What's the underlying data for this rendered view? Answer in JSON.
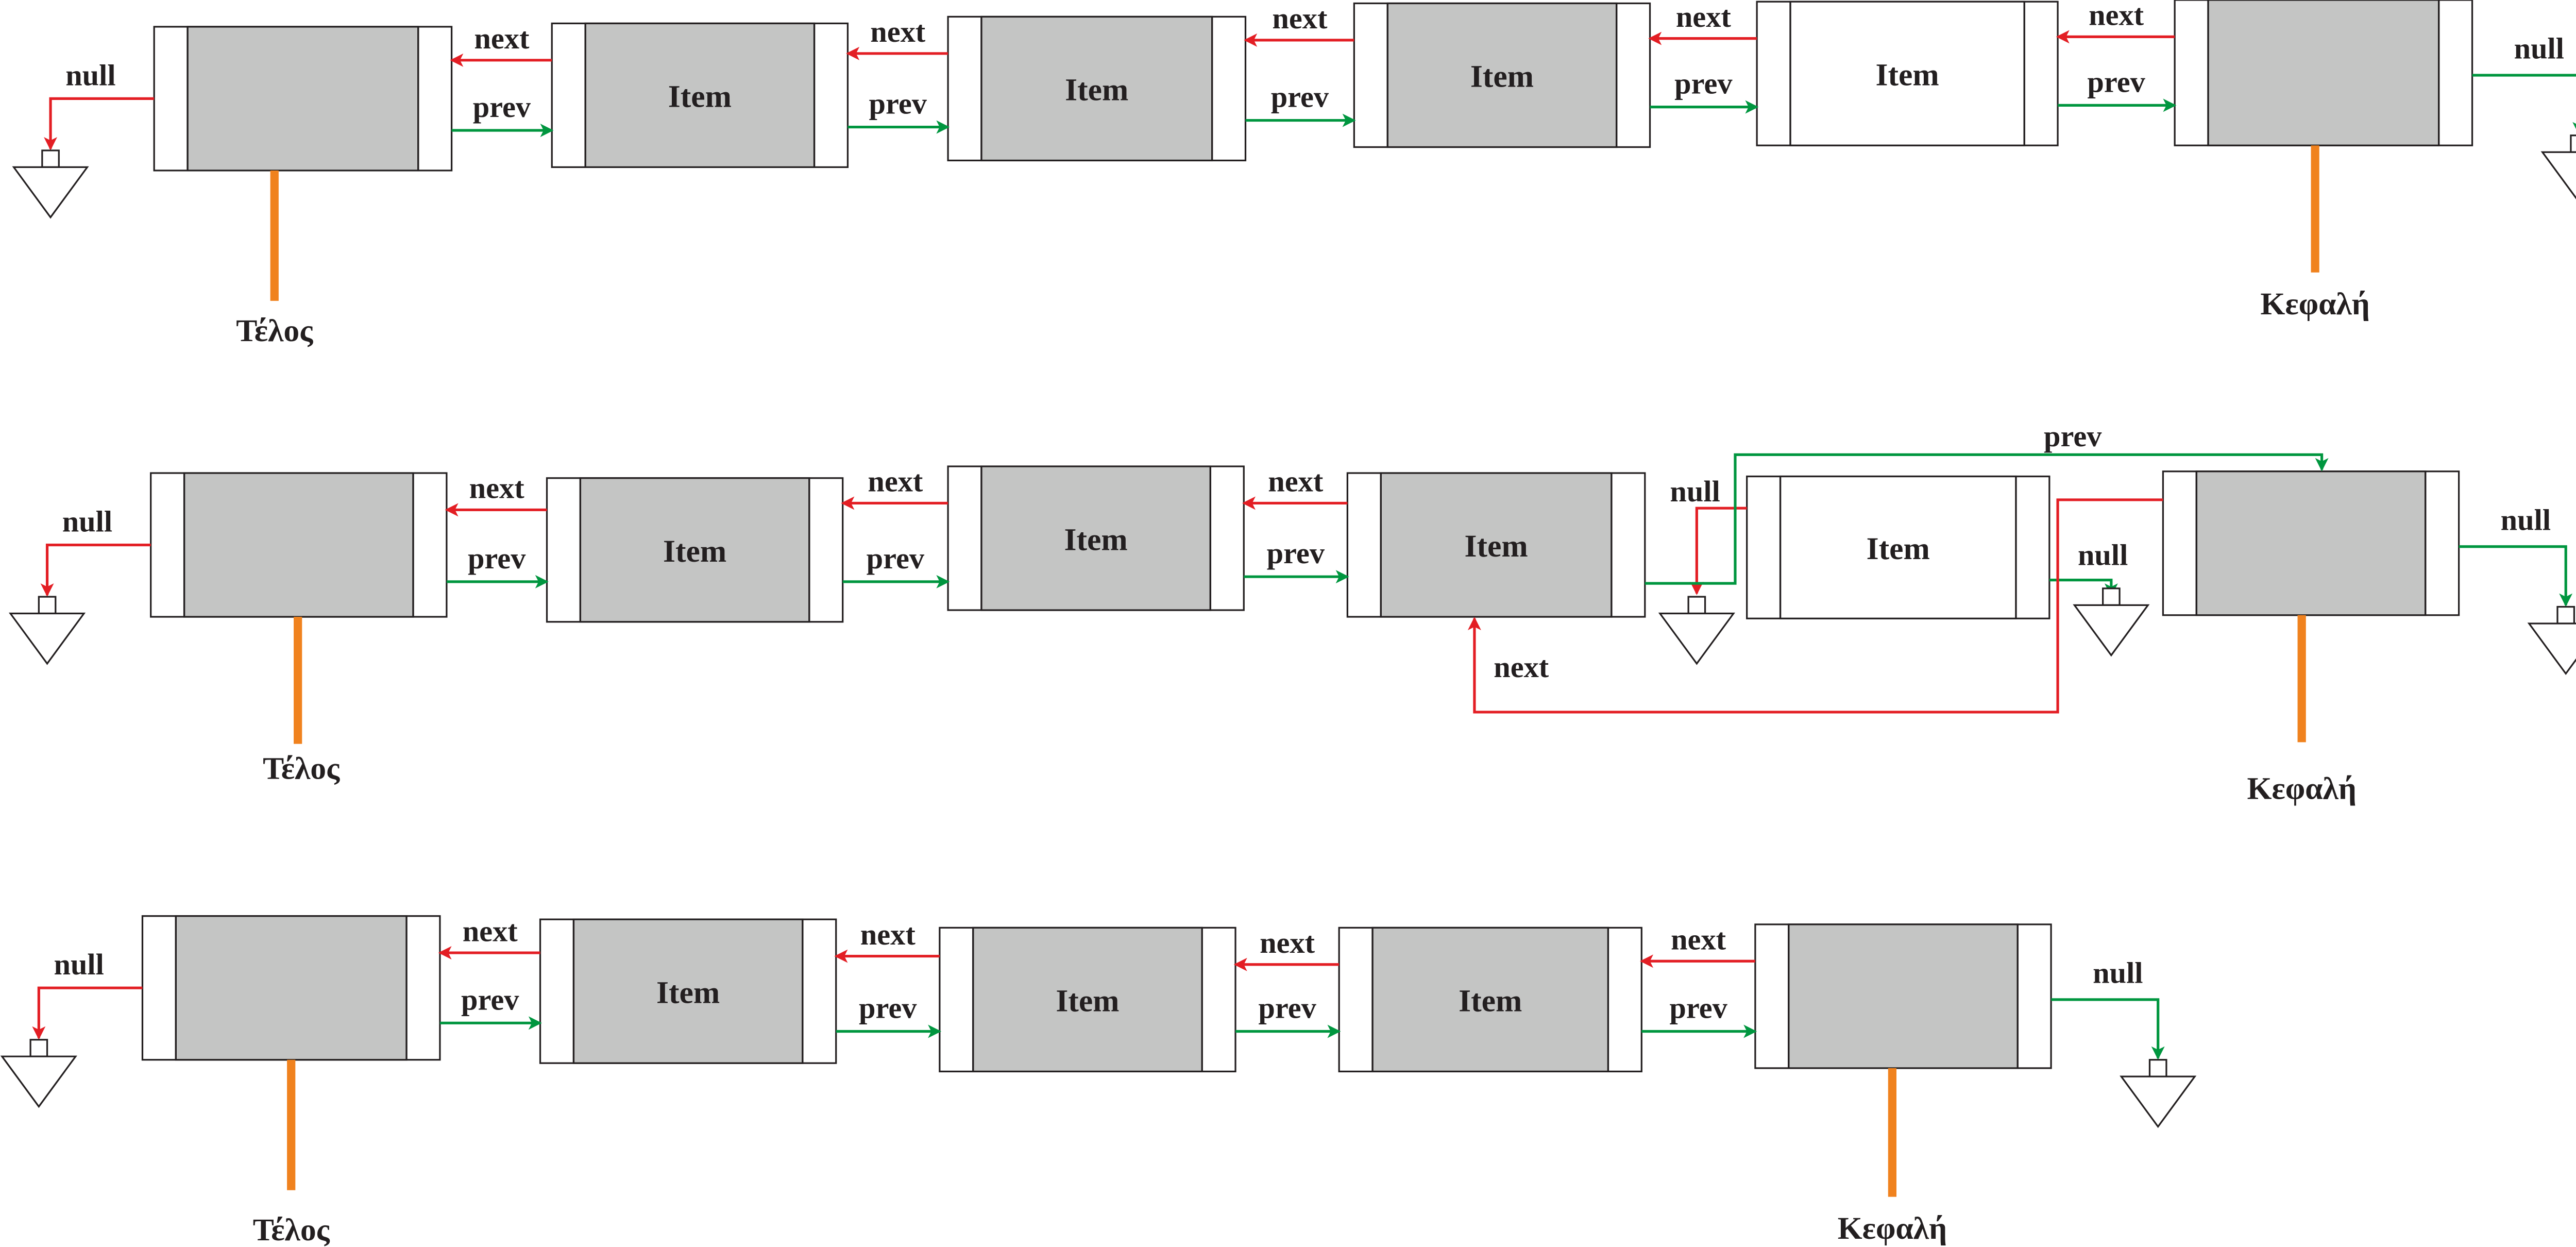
{
  "colors": {
    "next": "#e31e24",
    "prev": "#00963f",
    "pointer": "#f0821e",
    "filled": "#c4c5c4",
    "empty": "#ffffff",
    "stroke": "#231f20"
  },
  "labels": {
    "item": "Item",
    "next": "next",
    "prev": "prev",
    "null": "null",
    "tail": "Τέλος",
    "head": "Κεφαλή"
  },
  "diagrams": [
    {
      "nodes": [
        {
          "label": "",
          "filled": true
        },
        {
          "label": "Item",
          "filled": true
        },
        {
          "label": "Item",
          "filled": true
        },
        {
          "label": "Item",
          "filled": true
        },
        {
          "label": "Item",
          "filled": false
        },
        {
          "label": "",
          "filled": true
        }
      ],
      "tail_label": "Τέλος",
      "head_label": "Κεφαλή"
    },
    {
      "nodes": [
        {
          "label": "",
          "filled": true
        },
        {
          "label": "Item",
          "filled": true
        },
        {
          "label": "Item",
          "filled": true
        },
        {
          "label": "Item",
          "filled": true
        },
        {
          "label": "Item",
          "filled": false,
          "removed": true
        },
        {
          "label": "",
          "filled": true
        }
      ],
      "tail_label": "Τέλος",
      "head_label": "Κεφαλή"
    },
    {
      "nodes": [
        {
          "label": "",
          "filled": true
        },
        {
          "label": "Item",
          "filled": true
        },
        {
          "label": "Item",
          "filled": true
        },
        {
          "label": "Item",
          "filled": true
        },
        {
          "label": "",
          "filled": true
        }
      ],
      "tail_label": "Τέλος",
      "head_label": "Κεφαλή"
    }
  ]
}
